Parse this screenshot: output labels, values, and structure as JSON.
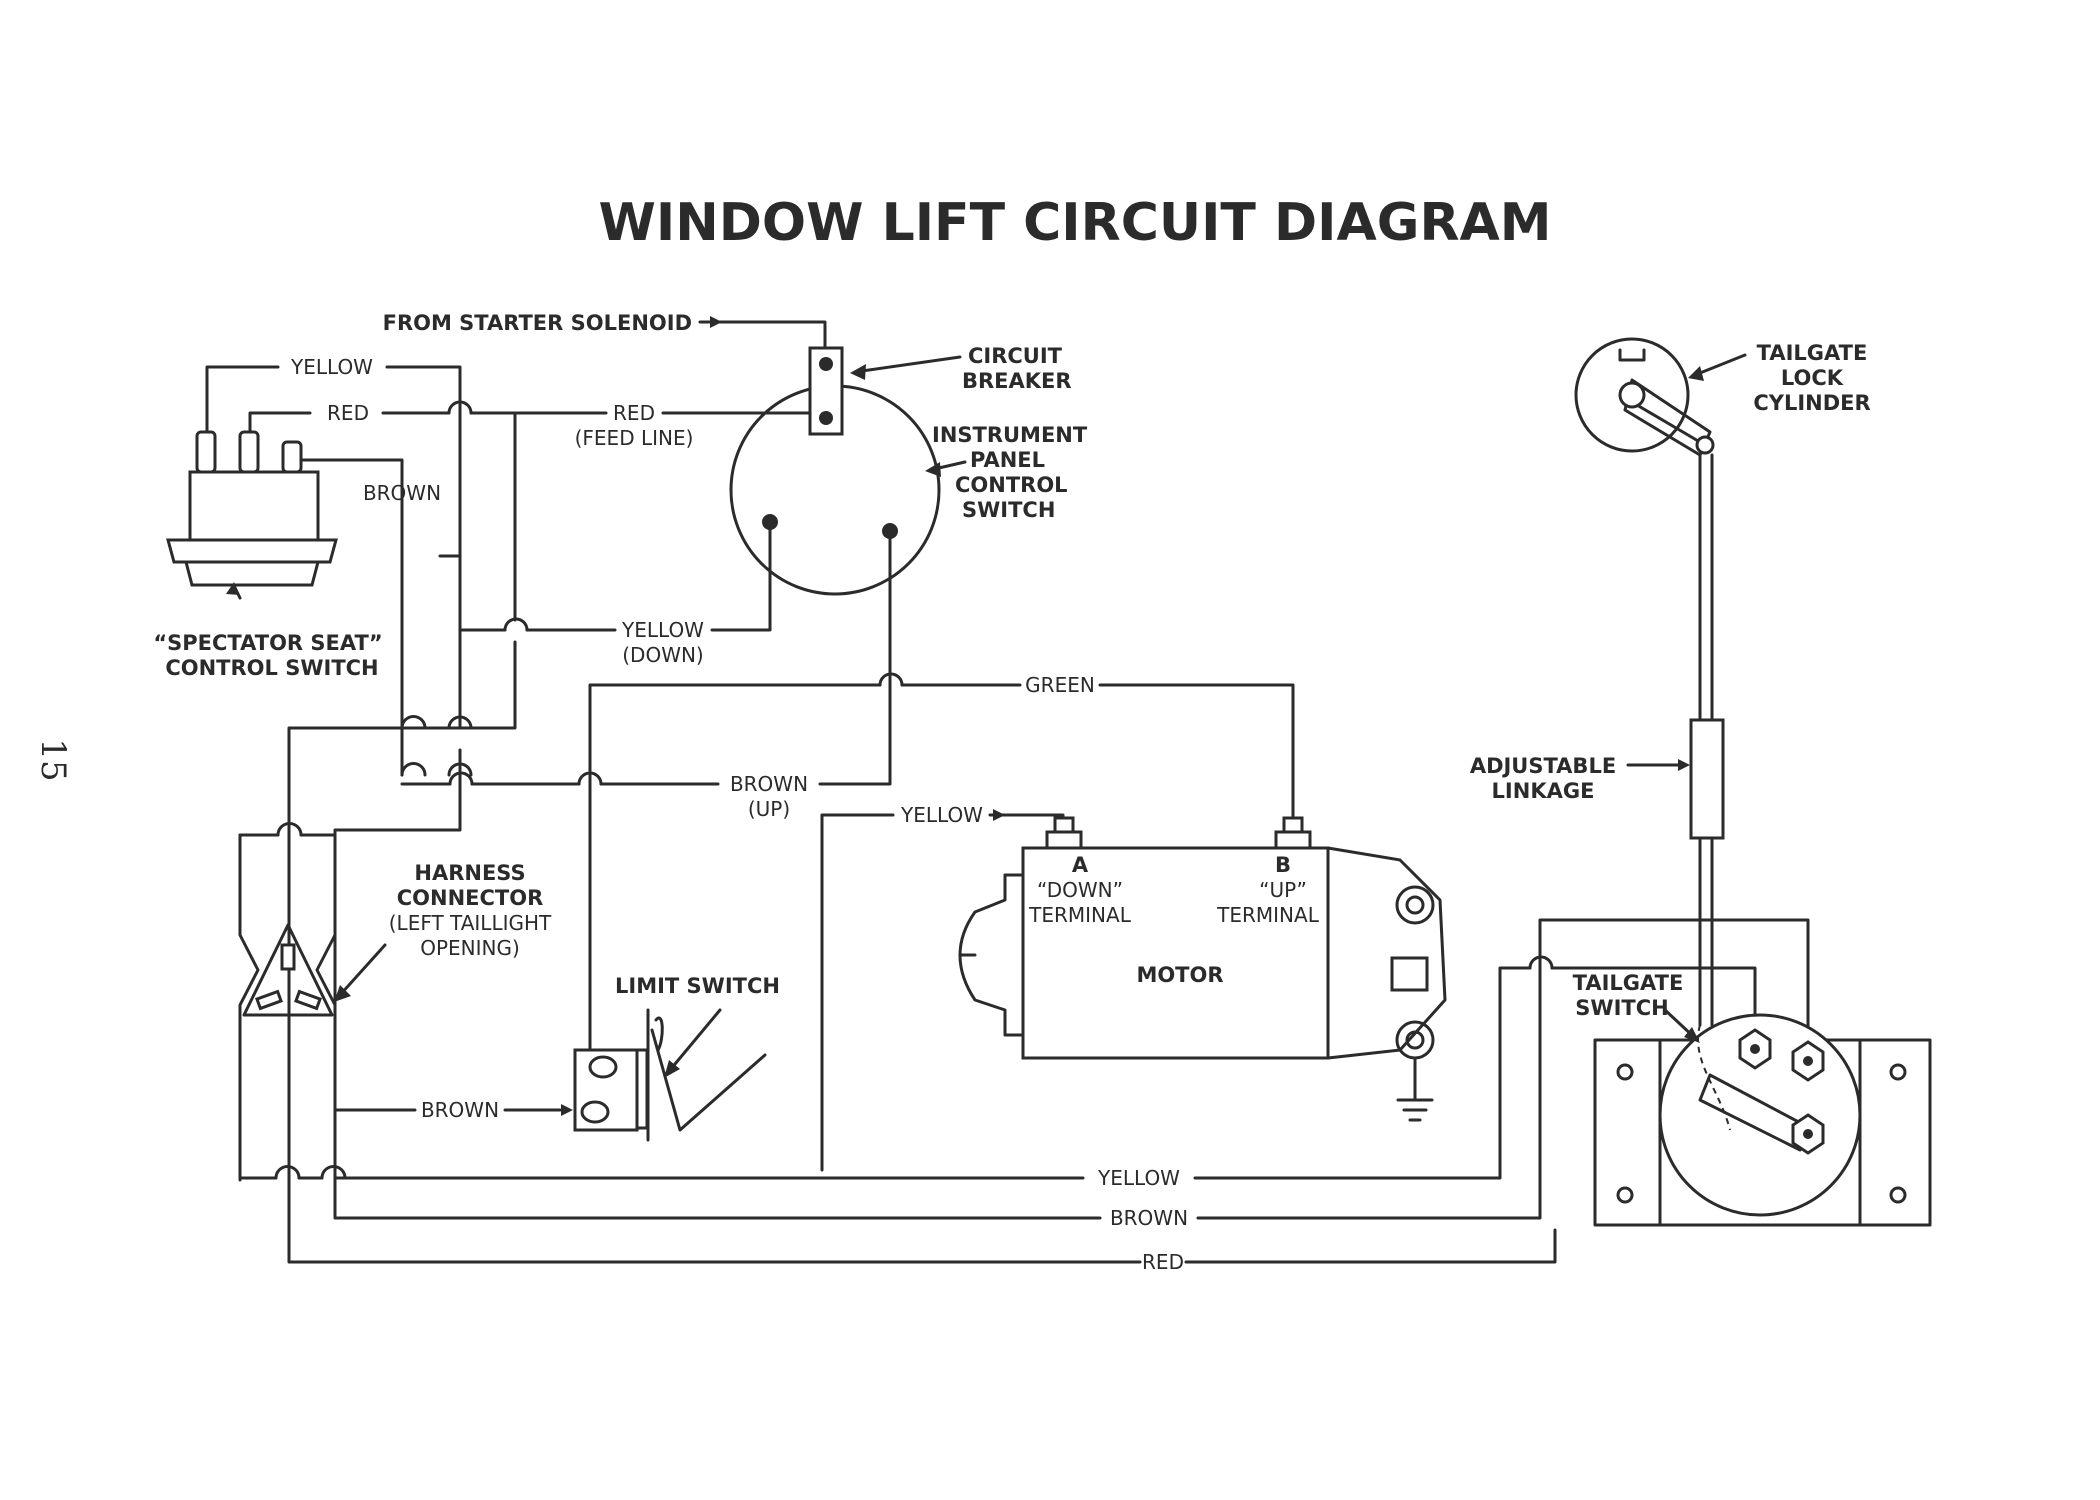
{
  "title": "WINDOW LIFT CIRCUIT DIAGRAM",
  "page_number": "15",
  "components": {
    "from_starter_solenoid": "FROM STARTER SOLENOID",
    "circuit_breaker": [
      "CIRCUIT",
      "BREAKER"
    ],
    "instrument_panel_control_switch": [
      "INSTRUMENT",
      "PANEL",
      "CONTROL",
      "SWITCH"
    ],
    "spectator_seat_control_switch": [
      "“SPECTATOR SEAT”",
      "CONTROL SWITCH"
    ],
    "harness_connector": [
      "HARNESS",
      "CONNECTOR",
      "(LEFT TAILLIGHT",
      "OPENING)"
    ],
    "limit_switch": "LIMIT SWITCH",
    "motor": "MOTOR",
    "terminal_a": [
      "A",
      "“DOWN”",
      "TERMINAL"
    ],
    "terminal_b": [
      "B",
      "“UP”",
      "TERMINAL"
    ],
    "tailgate_lock_cylinder": [
      "TAILGATE",
      "LOCK",
      "CYLINDER"
    ],
    "adjustable_linkage": [
      "ADJUSTABLE",
      "LINKAGE"
    ],
    "tailgate_switch": [
      "TAILGATE",
      "SWITCH"
    ]
  },
  "wires": {
    "yellow_top": "YELLOW",
    "red_top": "RED",
    "red_feed": [
      "RED",
      "(FEED LINE)"
    ],
    "brown_switch": "BROWN",
    "yellow_down": [
      "YELLOW",
      "(DOWN)"
    ],
    "green": "GREEN",
    "brown_up": [
      "BROWN",
      "(UP)"
    ],
    "yellow_motor": "YELLOW",
    "brown_limit": "BROWN",
    "yellow_bottom": "YELLOW",
    "brown_bottom": "BROWN",
    "red_bottom": "RED"
  }
}
